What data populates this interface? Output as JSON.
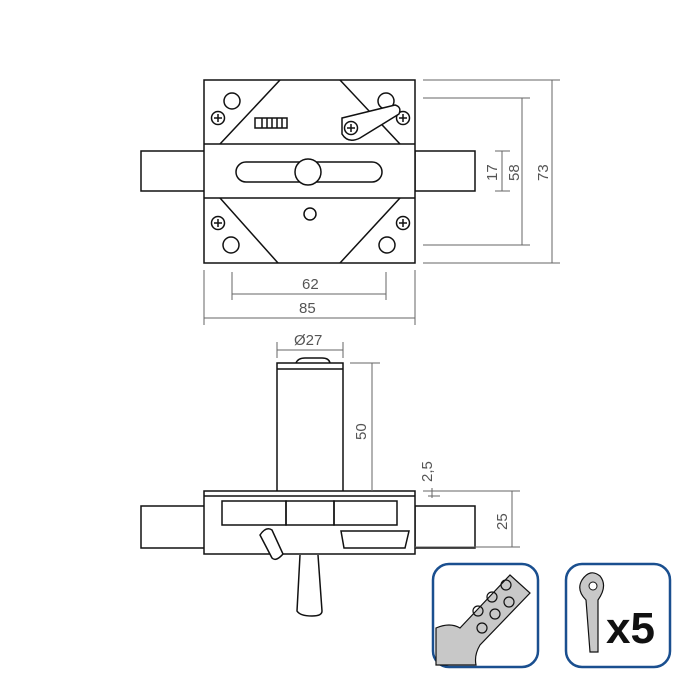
{
  "drawing": {
    "front_view": {
      "dimensions": {
        "bolt_height": "17",
        "inner_height": "58",
        "total_height": "73",
        "screw_spacing": "62",
        "total_width": "85"
      }
    },
    "side_view": {
      "dimensions": {
        "cylinder_diameter": "Ø27",
        "cylinder_length": "50",
        "plate_thickness": "2,5",
        "body_depth": "25"
      }
    },
    "badges": [
      {
        "name": "dimple-key-badge",
        "icon": "dimple-key-icon"
      },
      {
        "name": "keys-count-badge",
        "icon": "key-icon",
        "label": "x5"
      }
    ],
    "colors": {
      "line": "#111111",
      "dim": "#666666",
      "badge_border": "#1a4f8f",
      "key_fill": "#c8c8c8"
    }
  }
}
